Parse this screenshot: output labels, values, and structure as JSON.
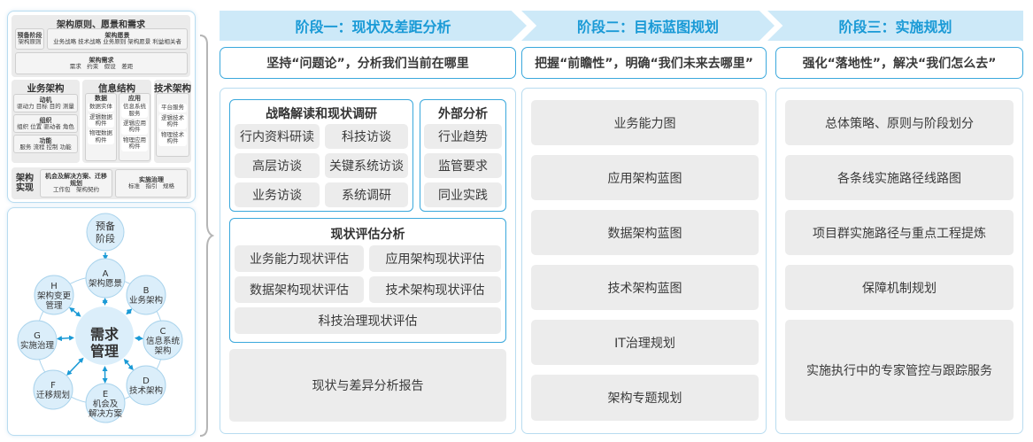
{
  "left_top": {
    "title": "架构原则、愿景和需求",
    "prelim": {
      "title": "预备阶段",
      "text": "架构原则"
    },
    "vision": {
      "title": "架构愿景",
      "text": "业务战略 技术战略 业务原则 架构愿景 利益相关者"
    },
    "requirements": {
      "title": "架构需求",
      "text": "需求　约束　假设　差距"
    },
    "business": {
      "title": "业务架构",
      "boxes": [
        {
          "title": "动机",
          "text": "驱动力 目标 目的 测量"
        },
        {
          "title": "组织",
          "text": "组织 位置 驱动者 角色"
        },
        {
          "title": "功能",
          "text": "服务 流程 控制 功能"
        }
      ]
    },
    "info": {
      "title": "信息结构",
      "data": {
        "title": "数据",
        "items": [
          "数据实体",
          "逻辑数据构件",
          "物理数据构件"
        ]
      },
      "app": {
        "title": "应用",
        "items": [
          "信息系统服务",
          "逻辑应用构件",
          "物理应用构件"
        ]
      }
    },
    "tech": {
      "title": "技术架构",
      "items": [
        "平台服务",
        "逻辑技术构件",
        "物理技术构件"
      ]
    },
    "realization": {
      "title": "架构实现",
      "opportunity": {
        "title": "机会及解决方案、迁移规划",
        "text": "工作包　架构契约"
      },
      "governance": {
        "title": "实施治理",
        "text": "标准　指引　规格"
      }
    }
  },
  "adm_cycle": {
    "center": [
      "需求",
      "管理"
    ],
    "prelim": [
      "预备",
      "阶段"
    ],
    "phases": [
      {
        "letter": "A",
        "lines": [
          "架构愿景"
        ]
      },
      {
        "letter": "B",
        "lines": [
          "业务架构"
        ]
      },
      {
        "letter": "C",
        "lines": [
          "信息系统",
          "架构"
        ]
      },
      {
        "letter": "D",
        "lines": [
          "技术架构"
        ]
      },
      {
        "letter": "E",
        "lines": [
          "机会及",
          "解决方案"
        ]
      },
      {
        "letter": "F",
        "lines": [
          "迁移规划"
        ]
      },
      {
        "letter": "G",
        "lines": [
          "实施治理"
        ]
      },
      {
        "letter": "H",
        "lines": [
          "架构变更",
          "管理"
        ]
      }
    ]
  },
  "stages": [
    {
      "title": "阶段一：现状及差距分析",
      "subtitle": "坚持“问题论”，分析我们当前在哪里"
    },
    {
      "title": "阶段二：目标蓝图规划",
      "subtitle": "把握“前瞻性”，明确“我们未来去哪里”"
    },
    {
      "title": "阶段三：实施规划",
      "subtitle": "强化“落地性”，解决“我们怎么去”"
    }
  ],
  "stage1": {
    "strategy": {
      "title": "战略解读和现状调研",
      "items": [
        "行内资料研读",
        "科技访谈",
        "高层访谈",
        "关键系统访谈",
        "业务访谈",
        "系统调研"
      ]
    },
    "external": {
      "title": "外部分析",
      "items": [
        "行业趋势",
        "监管要求",
        "同业实践"
      ]
    },
    "assessment": {
      "title": "现状评估分析",
      "items": [
        "业务能力现状评估",
        "应用架构现状评估",
        "数据架构现状评估",
        "技术架构现状评估",
        "科技治理现状评估"
      ]
    },
    "report": "现状与差异分析报告"
  },
  "stage2": {
    "items": [
      "业务能力图",
      "应用架构蓝图",
      "数据架构蓝图",
      "技术架构蓝图",
      "IT治理规划",
      "架构专题规划"
    ]
  },
  "stage3": {
    "items": [
      "总体策略、原则与阶段划分",
      "各条线实施路径线路图",
      "项目群实施路径与重点工程提炼",
      "保障机制规划",
      "实施执行中的专家管控与跟踪服务"
    ]
  },
  "colors": {
    "accent": "#1a9ad6",
    "header_bg": "#cde9f8",
    "border": "#3aa8dc",
    "item_bg": "#ececec"
  }
}
